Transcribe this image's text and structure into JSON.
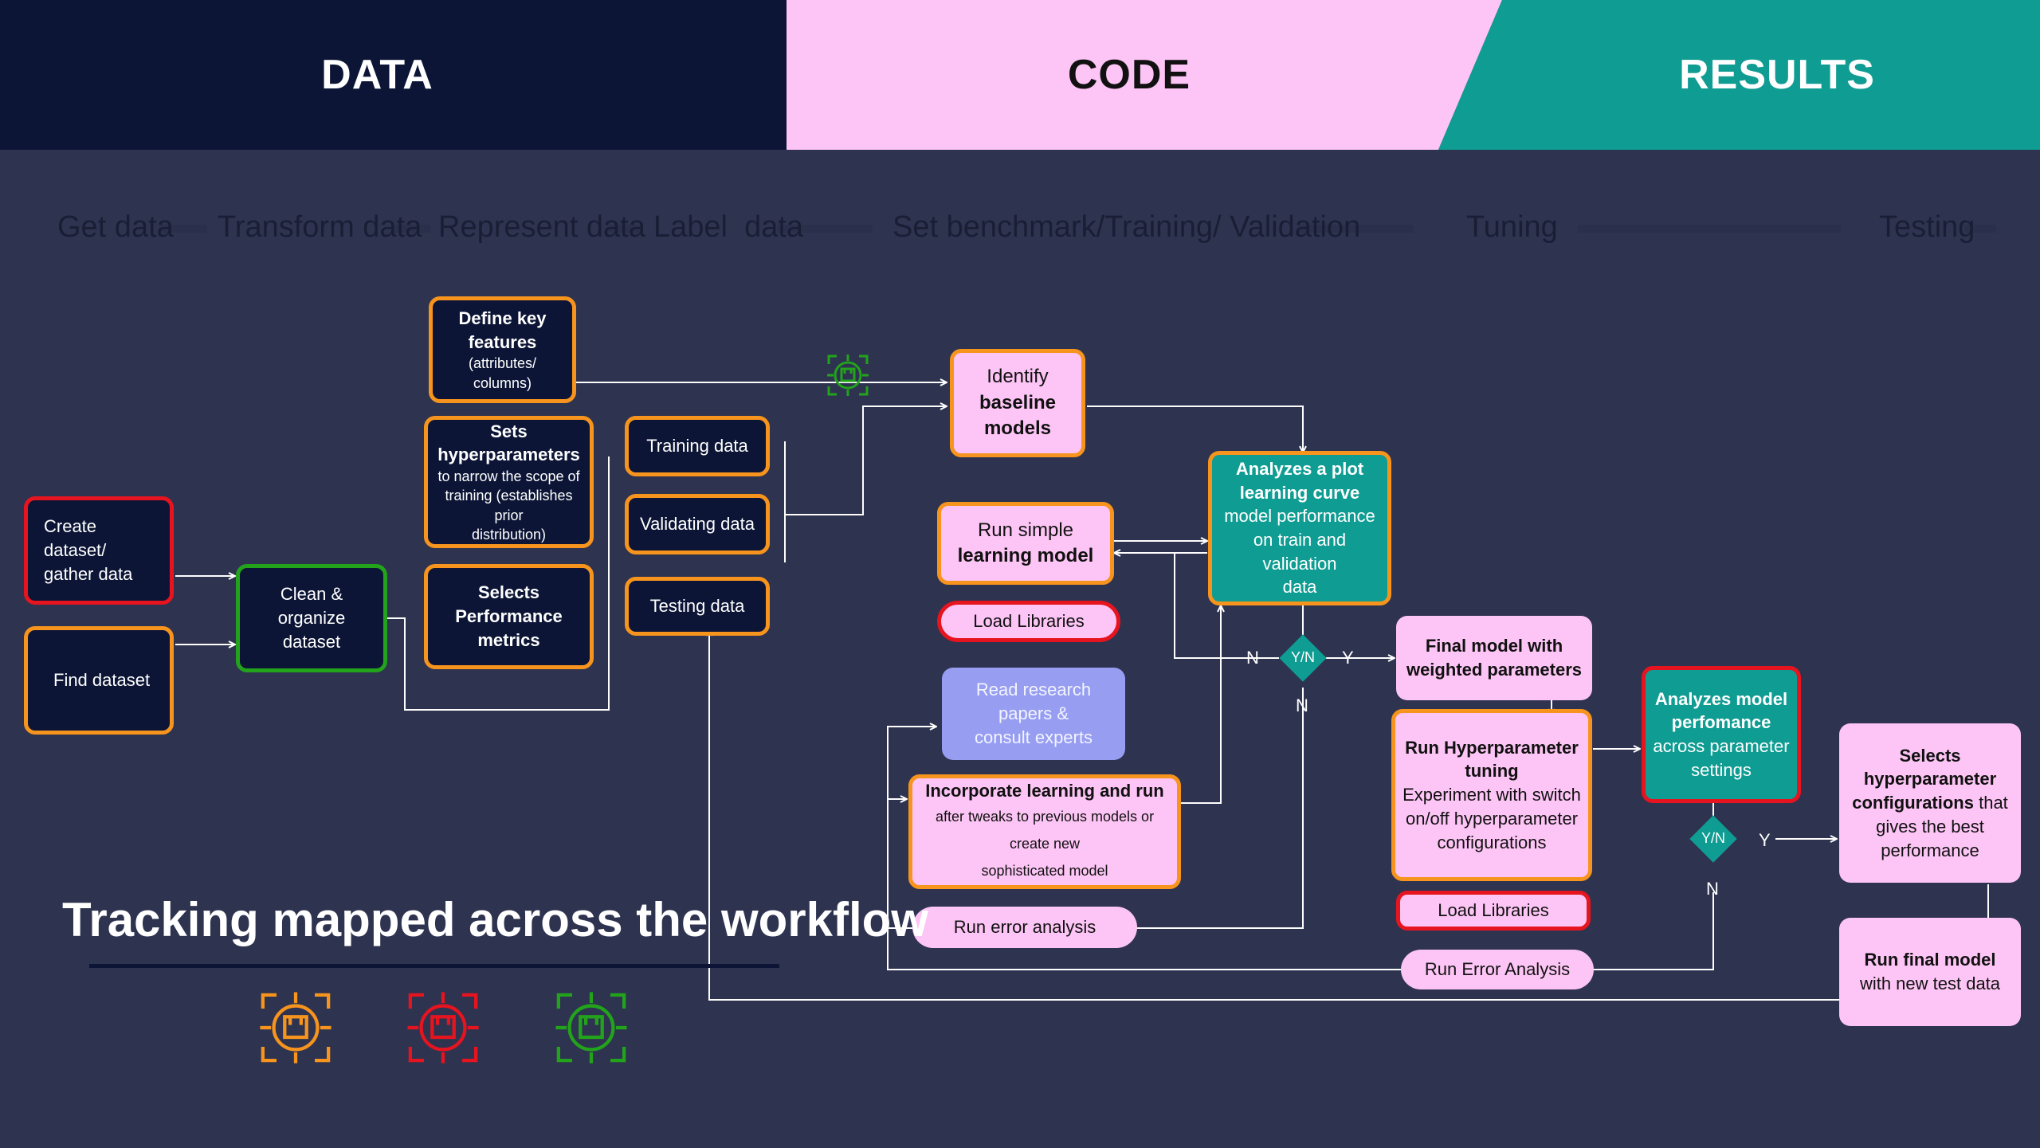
{
  "header": {
    "data": "DATA",
    "code": "CODE",
    "results": "RESULTS",
    "colors": {
      "data": "#0c1536",
      "code": "#fdc5f5",
      "results": "#0f9c92"
    }
  },
  "stages": [
    "Get data",
    "Transform data",
    "Represent data",
    "Label  data",
    "Set benchmark/Training/ Validation",
    "Tuning",
    "Testing"
  ],
  "nodes": {
    "create_dataset": "Create dataset/\ngather data",
    "find_dataset": "Find dataset",
    "clean_organize": "Clean &\norganize\ndataset",
    "define_features": {
      "title": "Define key\nfeatures",
      "detail": "(attributes/\ncolumns)"
    },
    "sets_hyper": {
      "title": "Sets\nhyperparameters",
      "detail": "to narrow the scope of\ntraining (establishes prior\ndistribution)"
    },
    "selects_metrics": "Selects\nPerformance\nmetrics",
    "training_data": "Training data",
    "validating_data": "Validating data",
    "testing_data": "Testing data",
    "identify_baseline": {
      "pre": "Identify",
      "bold": "baseline\nmodels"
    },
    "run_simple": {
      "pre": "Run simple",
      "bold": "learning model"
    },
    "load_libraries_1": "Load Libraries",
    "read_papers": "Read research papers &\nconsult experts",
    "incorporate": {
      "title": "Incorporate learning and run",
      "detail": "after tweaks to previous models or create new\nsophisticated model"
    },
    "run_error_1": "Run error analysis",
    "analyzes_plot": {
      "title": "Analyzes a plot\nlearning curve",
      "detail": "model performance\non train and validation\ndata"
    },
    "final_model": "Final model with\nweighted parameters",
    "run_hyper": {
      "title": "Run Hyperparameter\ntuning",
      "detail": "Experiment with switch\non/off hyperparameter\nconfigurations"
    },
    "load_libraries_2": "Load Libraries",
    "run_error_2": "Run Error Analysis",
    "analyzes_model": {
      "title": "Analyzes model\nperfomance",
      "detail": "across parameter\nsettings"
    },
    "selects_hyper": {
      "title": "Selects\nhyperparameter\nconfigurations",
      "detail": " that\ngives the best\nperformance"
    },
    "run_final": {
      "title": "Run final model",
      "detail": "with new test data"
    }
  },
  "decisions": {
    "d1": {
      "label": "Y/N",
      "no": "N",
      "yes": "Y",
      "down": "N"
    },
    "d2": {
      "label": "Y/N",
      "yes": "Y",
      "down": "N"
    }
  },
  "tracking": {
    "title": "Tracking mapped across the workflow",
    "icons": [
      {
        "name": "tracking-target-icon",
        "color": "#f7941d"
      },
      {
        "name": "tracking-target-icon",
        "color": "#e5141f"
      },
      {
        "name": "tracking-target-icon",
        "color": "#22a31b"
      }
    ]
  }
}
